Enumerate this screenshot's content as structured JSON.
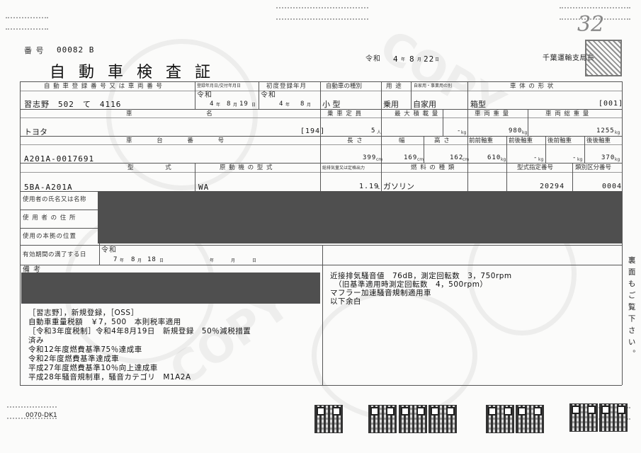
{
  "header": {
    "handwritten_no": "32",
    "doc_number_label": "番 号",
    "doc_number": "00082 B",
    "issue_era": "令和",
    "issue_year": "4",
    "issue_month": "8",
    "issue_day": "22",
    "issue_unit_year": "年",
    "issue_unit_month": "月",
    "issue_unit_day": "日",
    "issuer": "千葉運輸支局長",
    "title": "自 動 車 検 査 証"
  },
  "labels": {
    "reg_no": "自 動 車 登 録 番 号 又 は 車 両 番 号",
    "reg_date": "登録年月日/交付年月日",
    "first_reg": "初度登録年月",
    "vehicle_kind": "自動車の種別",
    "usage": "用 途",
    "private_business": "自家用・事業用の別",
    "body_shape": "車 体 の 形 状",
    "maker": "車 名",
    "capacity": "乗 車 定 員",
    "max_load": "最 大 積 載 量",
    "vehicle_weight": "車 両 重 量",
    "gross_weight": "車 両 総 重 量",
    "chassis_no": "車 台 番 号",
    "length": "長 さ",
    "width": "幅",
    "height": "高 さ",
    "ff_axle": "前前軸重",
    "fr_axle": "前後軸重",
    "rf_axle": "後前軸重",
    "rr_axle": "後後軸重",
    "model": "型 式",
    "engine_model": "原 動 機 の 型 式",
    "displacement": "総排気量又は定格出力",
    "fuel": "燃 料 の 種 類",
    "type_designation": "型式指定番号",
    "category_no": "類別区分番号",
    "owner_name": "使用者の氏名又は名称",
    "owner_address": "使 用 者 の 住 所",
    "base_location": "使用の本拠の位置",
    "expiry": "有効期間の満了する日",
    "remarks": "備 考",
    "unit_cm": "cm",
    "unit_kg": "kg",
    "unit_person": "人",
    "unit_l": "L",
    "unit_year": "年",
    "unit_month": "月",
    "unit_day": "日"
  },
  "values": {
    "reg_no": "習志野　502　て　4116",
    "reg_era": "令和",
    "reg_year": "4",
    "reg_month": "8",
    "reg_day": "19",
    "first_era": "令和",
    "first_year": "4",
    "first_month": "8",
    "vehicle_kind": "小 型",
    "usage": "乗用",
    "private_business": "自家用",
    "body_shape": "箱型",
    "body_code": "[001]",
    "maker": "トヨタ",
    "maker_code": "[194]",
    "capacity": "5",
    "max_load": "-",
    "vehicle_weight": "980",
    "gross_weight": "1255",
    "chassis_no": "A201A-0017691",
    "length": "399",
    "width": "169",
    "height": "162",
    "ff_axle": "610",
    "fr_axle": "-",
    "rf_axle": "-",
    "rr_axle": "370",
    "model": "5BA-A201A",
    "engine_model": "WA",
    "displacement": "1.19",
    "fuel": "ガソリン",
    "type_designation": "20294",
    "category_no": "0004",
    "expiry_era": "令和",
    "expiry_year": "7",
    "expiry_month": "8",
    "expiry_day": "18",
    "expiry_day_unit": "日"
  },
  "noise": {
    "line1": "近接排気騒音値　76dB，測定回転数　3，750rpm",
    "line2": "（旧基準適用時測定回転数　4，500rpm）",
    "line3": "マフラー加速騒音規制適用車",
    "line4": "以下余白"
  },
  "remarks_lines": [
    "［習志野］，新規登録，［OSS］",
    "自動車重量税額　￥7，500　本則税率適用",
    "［令和3年度税制］令和4年8月19日　新規登録　50％減税措置",
    "済み",
    "令和12年度燃費基準75％達成車",
    "令和2年度燃費基準達成車",
    "平成27年度燃費基準10％向上達成車",
    "平成28年騒音規制車，騒音カテゴリ　M1A2A"
  ],
  "side_note": "裏面もご覧下さい。",
  "footer_code": "0070-DK1",
  "watermark": "COPY"
}
